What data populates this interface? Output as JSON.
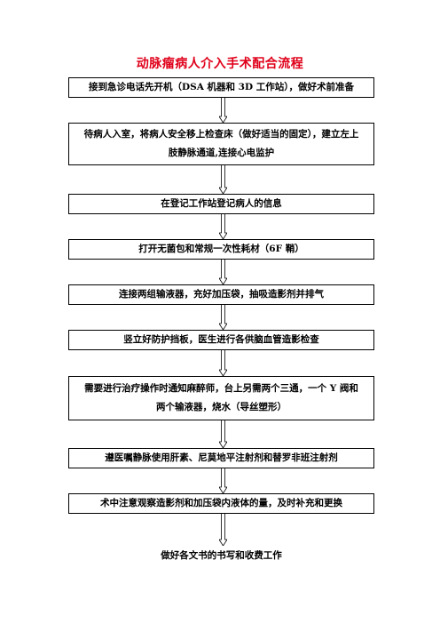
{
  "title": "动脉瘤病人介入手术配合流程",
  "steps": [
    {
      "text": "接到急诊电话先开机（DSA 机器和 3D 工作站），做好术前准备"
    },
    {
      "line1": "待病人入室，将病人安全移上检查床（做好适当的固定），建立左上",
      "line2": "肢静脉通道,连接心电监护"
    },
    {
      "text": "在登记工作站登记病人的信息"
    },
    {
      "text": "打开无菌包和常规一次性耗材（6F 鞘）"
    },
    {
      "text": "连接两组输液器，充好加压袋，抽吸造影剂并排气"
    },
    {
      "text": "竖立好防护挡板，医生进行各供脑血管造影检查"
    },
    {
      "line1": "需要进行治疗操作时通知麻醉师，台上另需两个三通，一个 Y 阀和",
      "line2": "两个输液器，烧水（导丝塑形）"
    },
    {
      "text": "遵医嘱静脉使用肝素、尼莫地平注射剂和替罗非班注射剂"
    },
    {
      "text": "术中注意观察造影剂和加压袋内液体的量，及时补充和更换"
    },
    {
      "text": "做好各文书的书写和收费工作"
    }
  ],
  "colors": {
    "title": "#e0001a",
    "border": "#000000"
  }
}
